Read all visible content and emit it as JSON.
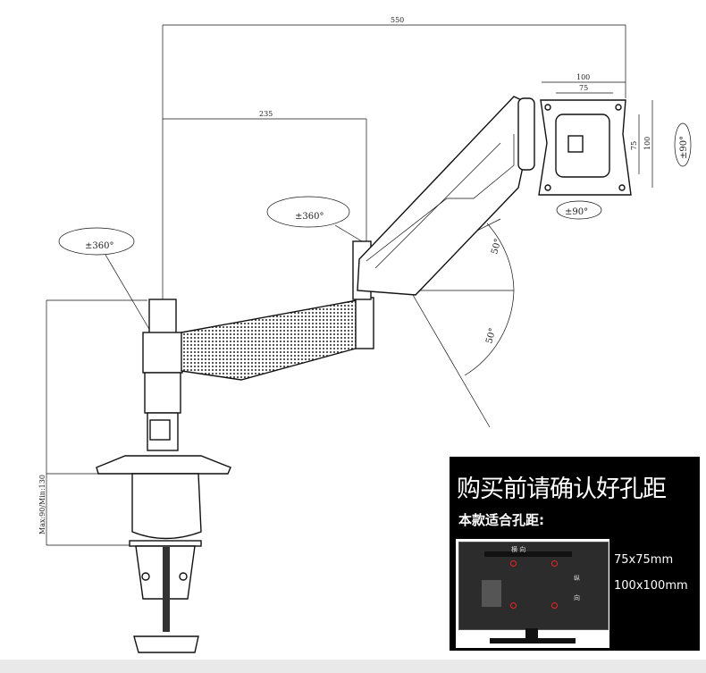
{
  "dimensions": {
    "total_reach": "550",
    "first_arm": "235",
    "vesa_outer_width": "100",
    "vesa_inner_width": "75",
    "vesa_inner_height": "75",
    "vesa_outer_height": "100",
    "pole_height": "Max:90/Min:130"
  },
  "rotations": {
    "base_swivel": "±360°",
    "elbow_swivel": "±360°",
    "head_rotate": "±90°",
    "head_tilt": "±90°",
    "tilt_up": "50°",
    "tilt_down": "50°"
  },
  "panel": {
    "title": "购买前请确认好孔距",
    "subtitle": "本款适合孔距:",
    "specs": [
      "75x75mm",
      "100x100mm"
    ],
    "tv_label_h": "横 向",
    "tv_label_v1": "纵",
    "tv_label_v2": "向"
  }
}
